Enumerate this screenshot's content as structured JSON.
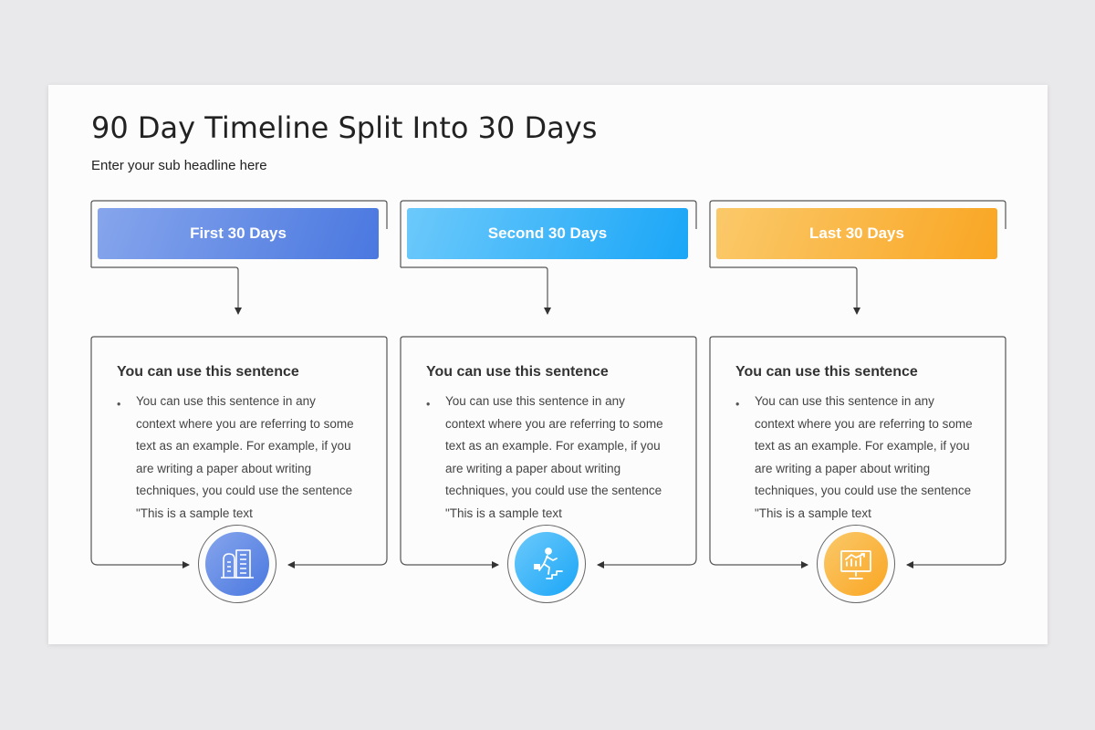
{
  "title": "90 Day Timeline Split Into 30 Days",
  "subtitle": "Enter your sub headline here",
  "columns": [
    {
      "header": "First 30 Days",
      "card_title": "You can use this sentence",
      "bullet": "•",
      "body": "You can use this sentence  in any\ncontext where you are referring to some\ntext as an example. For example, if you\nare writing a paper about writing\ntechniques,  you could use the sentence\n\"This is a sample text",
      "icon": "office-building-icon",
      "color_start": "#86a5ec",
      "color_end": "#4a78e0"
    },
    {
      "header": "Second 30 Days",
      "card_title": "You can use this sentence",
      "bullet": "•",
      "body": "You can use this sentence  in any\ncontext where you are referring to some\ntext as an example. For example, if you\nare writing a paper about writing\ntechniques,  you could use the sentence\n\"This is a sample text",
      "icon": "climbing-stairs-icon",
      "color_start": "#6cc9fb",
      "color_end": "#1aa6f7"
    },
    {
      "header": "Last 30 Days",
      "card_title": "You can use this sentence",
      "bullet": "•",
      "body": "You can use this sentence  in any\ncontext where you are referring to some\ntext as an example. For example, if you\nare writing a paper about writing\ntechniques,  you could use the sentence\n\"This is a sample text",
      "icon": "presentation-chart-icon",
      "color_start": "#fbc96a",
      "color_end": "#f9a623"
    }
  ]
}
